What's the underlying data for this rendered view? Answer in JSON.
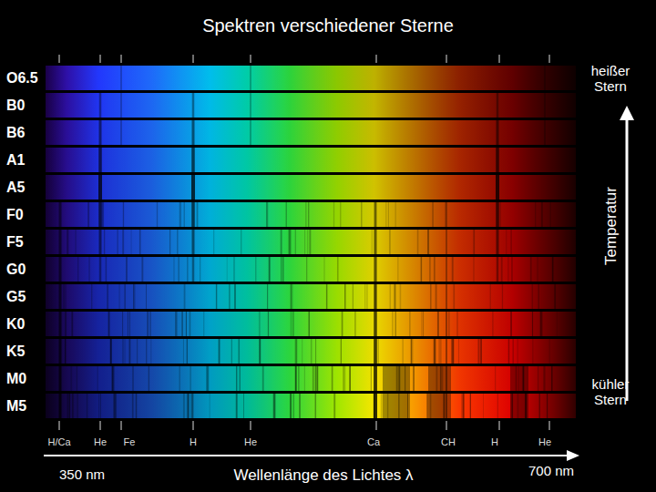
{
  "diagram": {
    "title": "Spektren verschiedener Sterne",
    "labels": [
      "O6.5",
      "B0",
      "B6",
      "A1",
      "A5",
      "F0",
      "F5",
      "G0",
      "G5",
      "K0",
      "K5",
      "M0",
      "M5",
      "heißer Stern",
      "Temperatur",
      "kühler Stern",
      "H/Ca",
      "He",
      "Fe",
      "H",
      "He",
      "Ca",
      "CH",
      "H",
      "He",
      "350 nm",
      "Wellenlänge des Lichtes λ",
      "700 nm"
    ]
  }
}
